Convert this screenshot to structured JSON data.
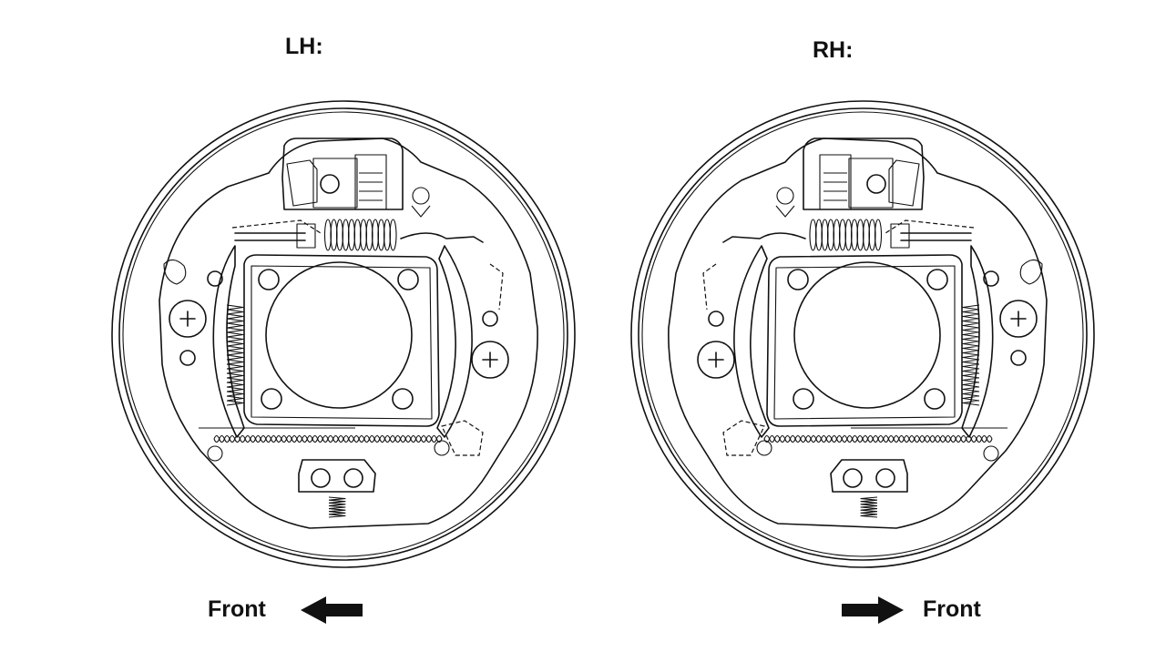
{
  "left_assembly": {
    "side_label": "LH:",
    "front_label": "Front",
    "arrow_direction": "left"
  },
  "right_assembly": {
    "side_label": "RH:",
    "front_label": "Front",
    "arrow_direction": "right"
  },
  "colors": {
    "line": "#111111",
    "background": "#ffffff"
  }
}
